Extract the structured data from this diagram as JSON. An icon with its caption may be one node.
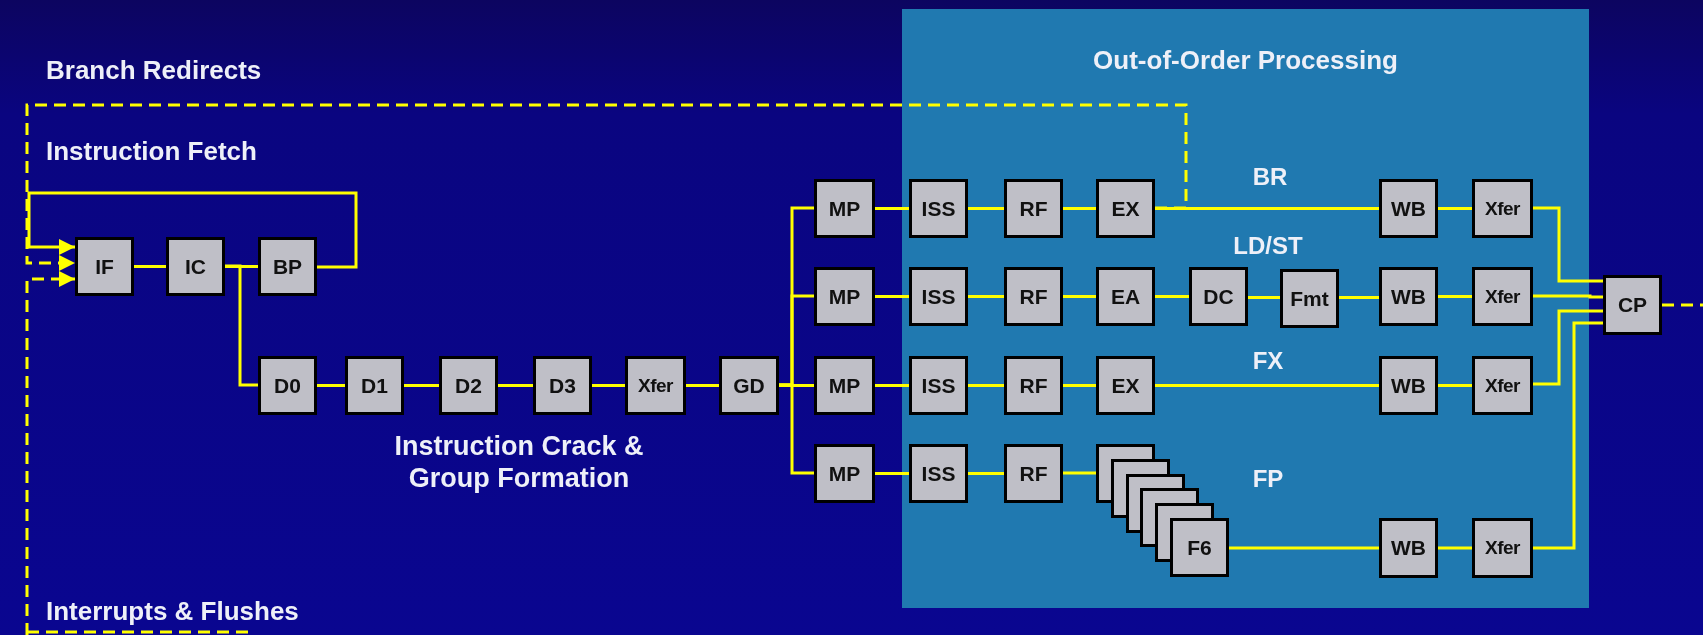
{
  "diagram": {
    "nodes": [
      {
        "text": [
          "Out-of-Order Processing"
        ]
      },
      {
        "text": [
          "IF"
        ]
      },
      {
        "text": [
          "IC"
        ]
      },
      {
        "text": [
          "BP"
        ]
      },
      {
        "text": [
          "D0"
        ]
      },
      {
        "text": [
          "D1"
        ]
      },
      {
        "text": [
          "D2"
        ]
      },
      {
        "text": [
          "D3"
        ]
      },
      {
        "text": [
          "Xfer"
        ]
      },
      {
        "text": [
          "GD"
        ]
      },
      {
        "text": [
          "MP"
        ]
      },
      {
        "text": [
          "MP"
        ]
      },
      {
        "text": [
          "MP"
        ]
      },
      {
        "text": [
          "MP"
        ]
      },
      {
        "text": [
          "ISS"
        ],
        "in": 0
      },
      {
        "text": [
          "RF"
        ],
        "in": 0
      },
      {
        "text": [
          "EX"
        ],
        "in": 0
      },
      {
        "text": [
          "WB"
        ],
        "in": 0
      },
      {
        "text": [
          "Xfer"
        ],
        "in": 0
      },
      {
        "text": [
          "ISS"
        ],
        "in": 0
      },
      {
        "text": [
          "RF"
        ],
        "in": 0
      },
      {
        "text": [
          "EA"
        ],
        "in": 0
      },
      {
        "text": [
          "DC"
        ],
        "in": 0
      },
      {
        "text": [
          "Fmt"
        ],
        "in": 0
      },
      {
        "text": [
          "WB"
        ],
        "in": 0
      },
      {
        "text": [
          "Xfer"
        ],
        "in": 0
      },
      {
        "text": [
          "ISS"
        ],
        "in": 0
      },
      {
        "text": [
          "RF"
        ],
        "in": 0
      },
      {
        "text": [
          "EX"
        ],
        "in": 0
      },
      {
        "text": [
          "WB"
        ],
        "in": 0
      },
      {
        "text": [
          "Xfer"
        ],
        "in": 0
      },
      {
        "text": [
          "ISS"
        ],
        "in": 0
      },
      {
        "text": [
          "RF"
        ],
        "in": 0
      },
      {
        "text": [
          "F6"
        ],
        "in": 0
      },
      {
        "text": [
          "WB"
        ],
        "in": 0
      },
      {
        "text": [
          "Xfer"
        ],
        "in": 0
      },
      {
        "text": [
          "CP"
        ]
      }
    ],
    "edges": [
      {
        "from": 1,
        "to": 2,
        "arrow": "none"
      },
      {
        "from": 2,
        "to": 3,
        "arrow": "none"
      },
      {
        "from": 3,
        "to": 1,
        "arrow": "to"
      },
      {
        "from": 2,
        "to": 4,
        "arrow": "none"
      },
      {
        "from": 4,
        "to": 5,
        "arrow": "none"
      },
      {
        "from": 5,
        "to": 6,
        "arrow": "none"
      },
      {
        "from": 6,
        "to": 7,
        "arrow": "none"
      },
      {
        "from": 7,
        "to": 8,
        "arrow": "none"
      },
      {
        "from": 8,
        "to": 9,
        "arrow": "none"
      },
      {
        "from": 9,
        "to": 10,
        "arrow": "none"
      },
      {
        "from": 9,
        "to": 11,
        "arrow": "none"
      },
      {
        "from": 9,
        "to": 12,
        "arrow": "none"
      },
      {
        "from": 9,
        "to": 13,
        "arrow": "none"
      },
      {
        "from": 10,
        "to": 14,
        "arrow": "none"
      },
      {
        "from": 14,
        "to": 15,
        "arrow": "none"
      },
      {
        "from": 15,
        "to": 16,
        "arrow": "none"
      },
      {
        "from": 16,
        "to": 17,
        "arrow": "none"
      },
      {
        "from": 17,
        "to": 18,
        "arrow": "none"
      },
      {
        "from": 11,
        "to": 19,
        "arrow": "none"
      },
      {
        "from": 19,
        "to": 20,
        "arrow": "none"
      },
      {
        "from": 20,
        "to": 21,
        "arrow": "none"
      },
      {
        "from": 21,
        "to": 22,
        "arrow": "none"
      },
      {
        "from": 22,
        "to": 23,
        "arrow": "none"
      },
      {
        "from": 23,
        "to": 24,
        "arrow": "none"
      },
      {
        "from": 24,
        "to": 25,
        "arrow": "none"
      },
      {
        "from": 12,
        "to": 26,
        "arrow": "none"
      },
      {
        "from": 26,
        "to": 27,
        "arrow": "none"
      },
      {
        "from": 27,
        "to": 28,
        "arrow": "none"
      },
      {
        "from": 28,
        "to": 29,
        "arrow": "none"
      },
      {
        "from": 29,
        "to": 30,
        "arrow": "none"
      },
      {
        "from": 13,
        "to": 31,
        "arrow": "none"
      },
      {
        "from": 31,
        "to": 32,
        "arrow": "none"
      },
      {
        "from": 32,
        "to": 33,
        "arrow": "none"
      },
      {
        "from": 33,
        "to": 34,
        "arrow": "none"
      },
      {
        "from": 34,
        "to": 35,
        "arrow": "none"
      },
      {
        "from": 18,
        "to": 36,
        "arrow": "none"
      },
      {
        "from": 25,
        "to": 36,
        "arrow": "none"
      },
      {
        "from": 30,
        "to": 36,
        "arrow": "none"
      },
      {
        "from": 35,
        "to": 36,
        "arrow": "none"
      },
      {
        "from": 16,
        "to": 1,
        "arrow": "to",
        "style": "dashed"
      },
      {
        "from": null,
        "to": 1,
        "arrow": "to",
        "style": "dashed"
      },
      {
        "from": 36,
        "to": null,
        "arrow": "none",
        "style": "dashed"
      }
    ],
    "labels": [
      "Branch Redirects",
      "Instruction Fetch",
      "BR",
      "LD/ST",
      "FX",
      "Instruction Crack & Group Formation",
      "FP",
      "Interrupts & Flushes"
    ]
  }
}
